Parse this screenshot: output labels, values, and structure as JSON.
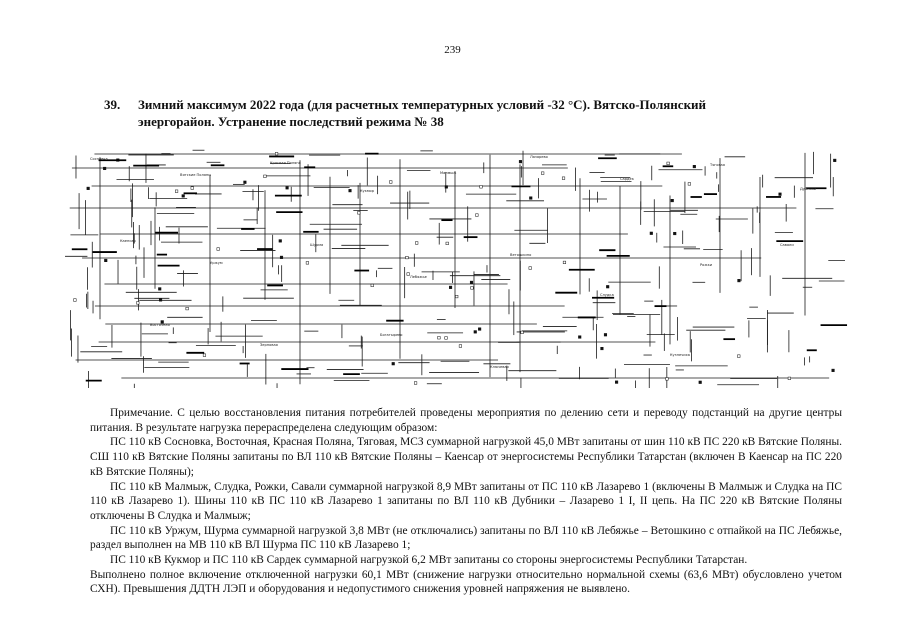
{
  "page": {
    "number": "239"
  },
  "heading": {
    "number": "39.",
    "line1": "Зимний максимум 2022 года (для расчетных температурных условий -32 °С). Вятско-Полянский",
    "line2": "энергорайон. Устранение последствий режима № 38"
  },
  "diagram": {
    "labels": [
      "Сосновка",
      "Вятские Поляны",
      "Красная Поляна",
      "Кукмор",
      "Малмыж",
      "Лазарево",
      "Сардек",
      "Тяговая",
      "Дубники",
      "Каенсар",
      "Уржум",
      "Шурма",
      "Лебяжье",
      "Ветошкино",
      "Слудка",
      "Рожки",
      "Савали",
      "Восточная",
      "Зерновая",
      "Богатырево",
      "Ключевая",
      "Кузнечиха"
    ]
  },
  "notes": {
    "p1": "Примечание. С целью восстановления питания потребителей проведены мероприятия по делению сети и переводу подстанций на другие центры питания. В результате нагрузка перераспределена следующим образом:",
    "p2": "ПС 110 кВ Сосновка, Восточная, Красная Поляна, Тяговая, МСЗ суммарной нагрузкой 45,0 МВт запитаны от шин 110 кВ ПС 220 кВ Вятские Поляны. СШ 110 кВ Вятские Поляны запитаны по ВЛ 110 кВ Вятские Поляны – Каенсар от энергосистемы Республики Татарстан (включен В Каенсар на ПС 220 кВ Вятские Поляны);",
    "p3": "ПС 110 кВ Малмыж, Слудка, Рожки, Савали суммарной нагрузкой 8,9 МВт запитаны от ПС 110 кВ Лазарево 1 (включены В Малмыж и Слудка на ПС 110 кВ Лазарево 1). Шины 110 кВ ПС 110 кВ Лазарево 1 запитаны по ВЛ 110 кВ Дубники – Лазарево 1 I, II цепь. На ПС 220 кВ Вятские Поляны отключены В Слудка и Малмыж;",
    "p4": "ПС 110 кВ Уржум, Шурма суммарной нагрузкой 3,8 МВт (не отключались) запитаны по ВЛ 110 кВ Лебяжье – Ветошкино с отпайкой на ПС Лебяжье, раздел выполнен на МВ 110 кВ ВЛ Шурма ПС 110 кВ Лазарево 1;",
    "p5": "ПС 110 кВ Кукмор и ПС 110 кВ Сардек суммарной нагрузкой 6,2 МВт запитаны со стороны энергосистемы Республики Татарстан.",
    "p6": "Выполнено полное включение отключенной нагрузки 60,1 МВт (снижение нагрузки относительно нормальной схемы (63,6 МВт) обусловлено учетом СХН). Превышения ДДТН ЛЭП и оборудования и недопустимого снижения уровней напряжения не выявлено."
  }
}
